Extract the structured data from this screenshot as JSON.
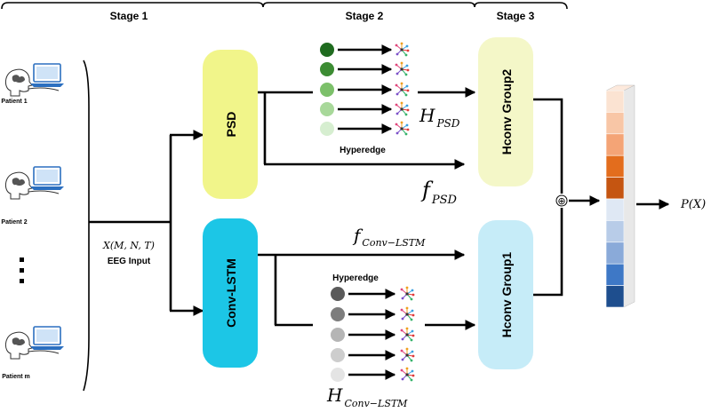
{
  "stages": [
    "Stage 1",
    "Stage 2",
    "Stage 3"
  ],
  "patients": [
    "Patient 1",
    "Patient 2",
    "Patient m"
  ],
  "input": {
    "formula": "X(M, N, T)",
    "label": "EEG Input"
  },
  "boxes": {
    "psd": "PSD",
    "conv_lstm": "Conv-LSTM",
    "group2": "Hconv Group2",
    "group1": "Hconv Group1"
  },
  "hyperedge_label": "Hyperedge",
  "symbols": {
    "h_psd": {
      "main": "H",
      "sub": "PSD"
    },
    "f_psd": {
      "main": "f",
      "sub": "PSD"
    },
    "f_conv": {
      "main": "f",
      "sub": "Conv−LSTM"
    },
    "h_conv": {
      "main": "H",
      "sub": "Conv−LSTM"
    },
    "combine": "⊕",
    "output": "P(X)"
  },
  "colors": {
    "psd_box": "#f1f58a",
    "conv_box": "#1cc6e6",
    "group2_box": "#f4f7c8",
    "group1_box": "#c6ecf8",
    "green_nodes": [
      "#1f6b1f",
      "#3c8c33",
      "#7cc06a",
      "#a8d89a",
      "#d6eed0"
    ],
    "gray_nodes": [
      "#5a5a5a",
      "#7d7d7d",
      "#b5b5b5",
      "#cdcdcd",
      "#e4e4e4"
    ],
    "output_vector": [
      "#fbe3d2",
      "#f8c6a6",
      "#f4a476",
      "#e36d1d",
      "#c55511",
      "#dfe8f4",
      "#b8cce8",
      "#8aaad9",
      "#3e78c6",
      "#1e4e8e"
    ]
  }
}
